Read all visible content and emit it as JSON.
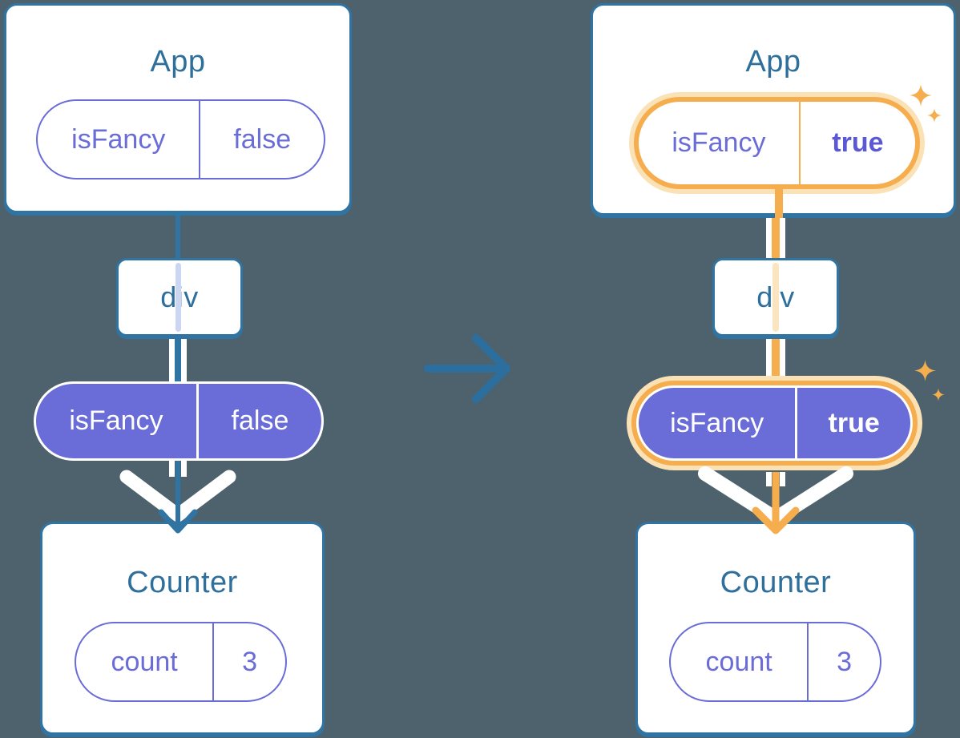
{
  "colors": {
    "background": "#4D626C",
    "card_border": "#2F74A3",
    "card_bg": "#FFFFFF",
    "title": "#2F6F9B",
    "purple": "#6A6CD8",
    "fancy_value_purple": "#5A58D6",
    "white": "#FFFFFF",
    "orange": "#F5AD4D",
    "orange_halo": "#FAE2B6",
    "faded_purple": "#CBD7F2",
    "faded_orange": "#FAE5C0",
    "arrow": "#2C6F9F"
  },
  "icons": {
    "sparkle": "four-point-star",
    "transition_arrow": "right-arrow",
    "prop_flow_arrow": "down-chevron-arrow"
  },
  "left_tree": {
    "app": {
      "title": "App",
      "prop": {
        "name": "isFancy",
        "value": "false"
      }
    },
    "div_label": "div",
    "passed_prop": {
      "name": "isFancy",
      "value": "false"
    },
    "counter": {
      "title": "Counter",
      "state": {
        "name": "count",
        "value": "3"
      }
    }
  },
  "right_tree": {
    "app": {
      "title": "App",
      "prop": {
        "name": "isFancy",
        "value": "true"
      }
    },
    "div_label": "div",
    "passed_prop": {
      "name": "isFancy",
      "value": "true"
    },
    "counter": {
      "title": "Counter",
      "state": {
        "name": "count",
        "value": "3"
      }
    }
  }
}
